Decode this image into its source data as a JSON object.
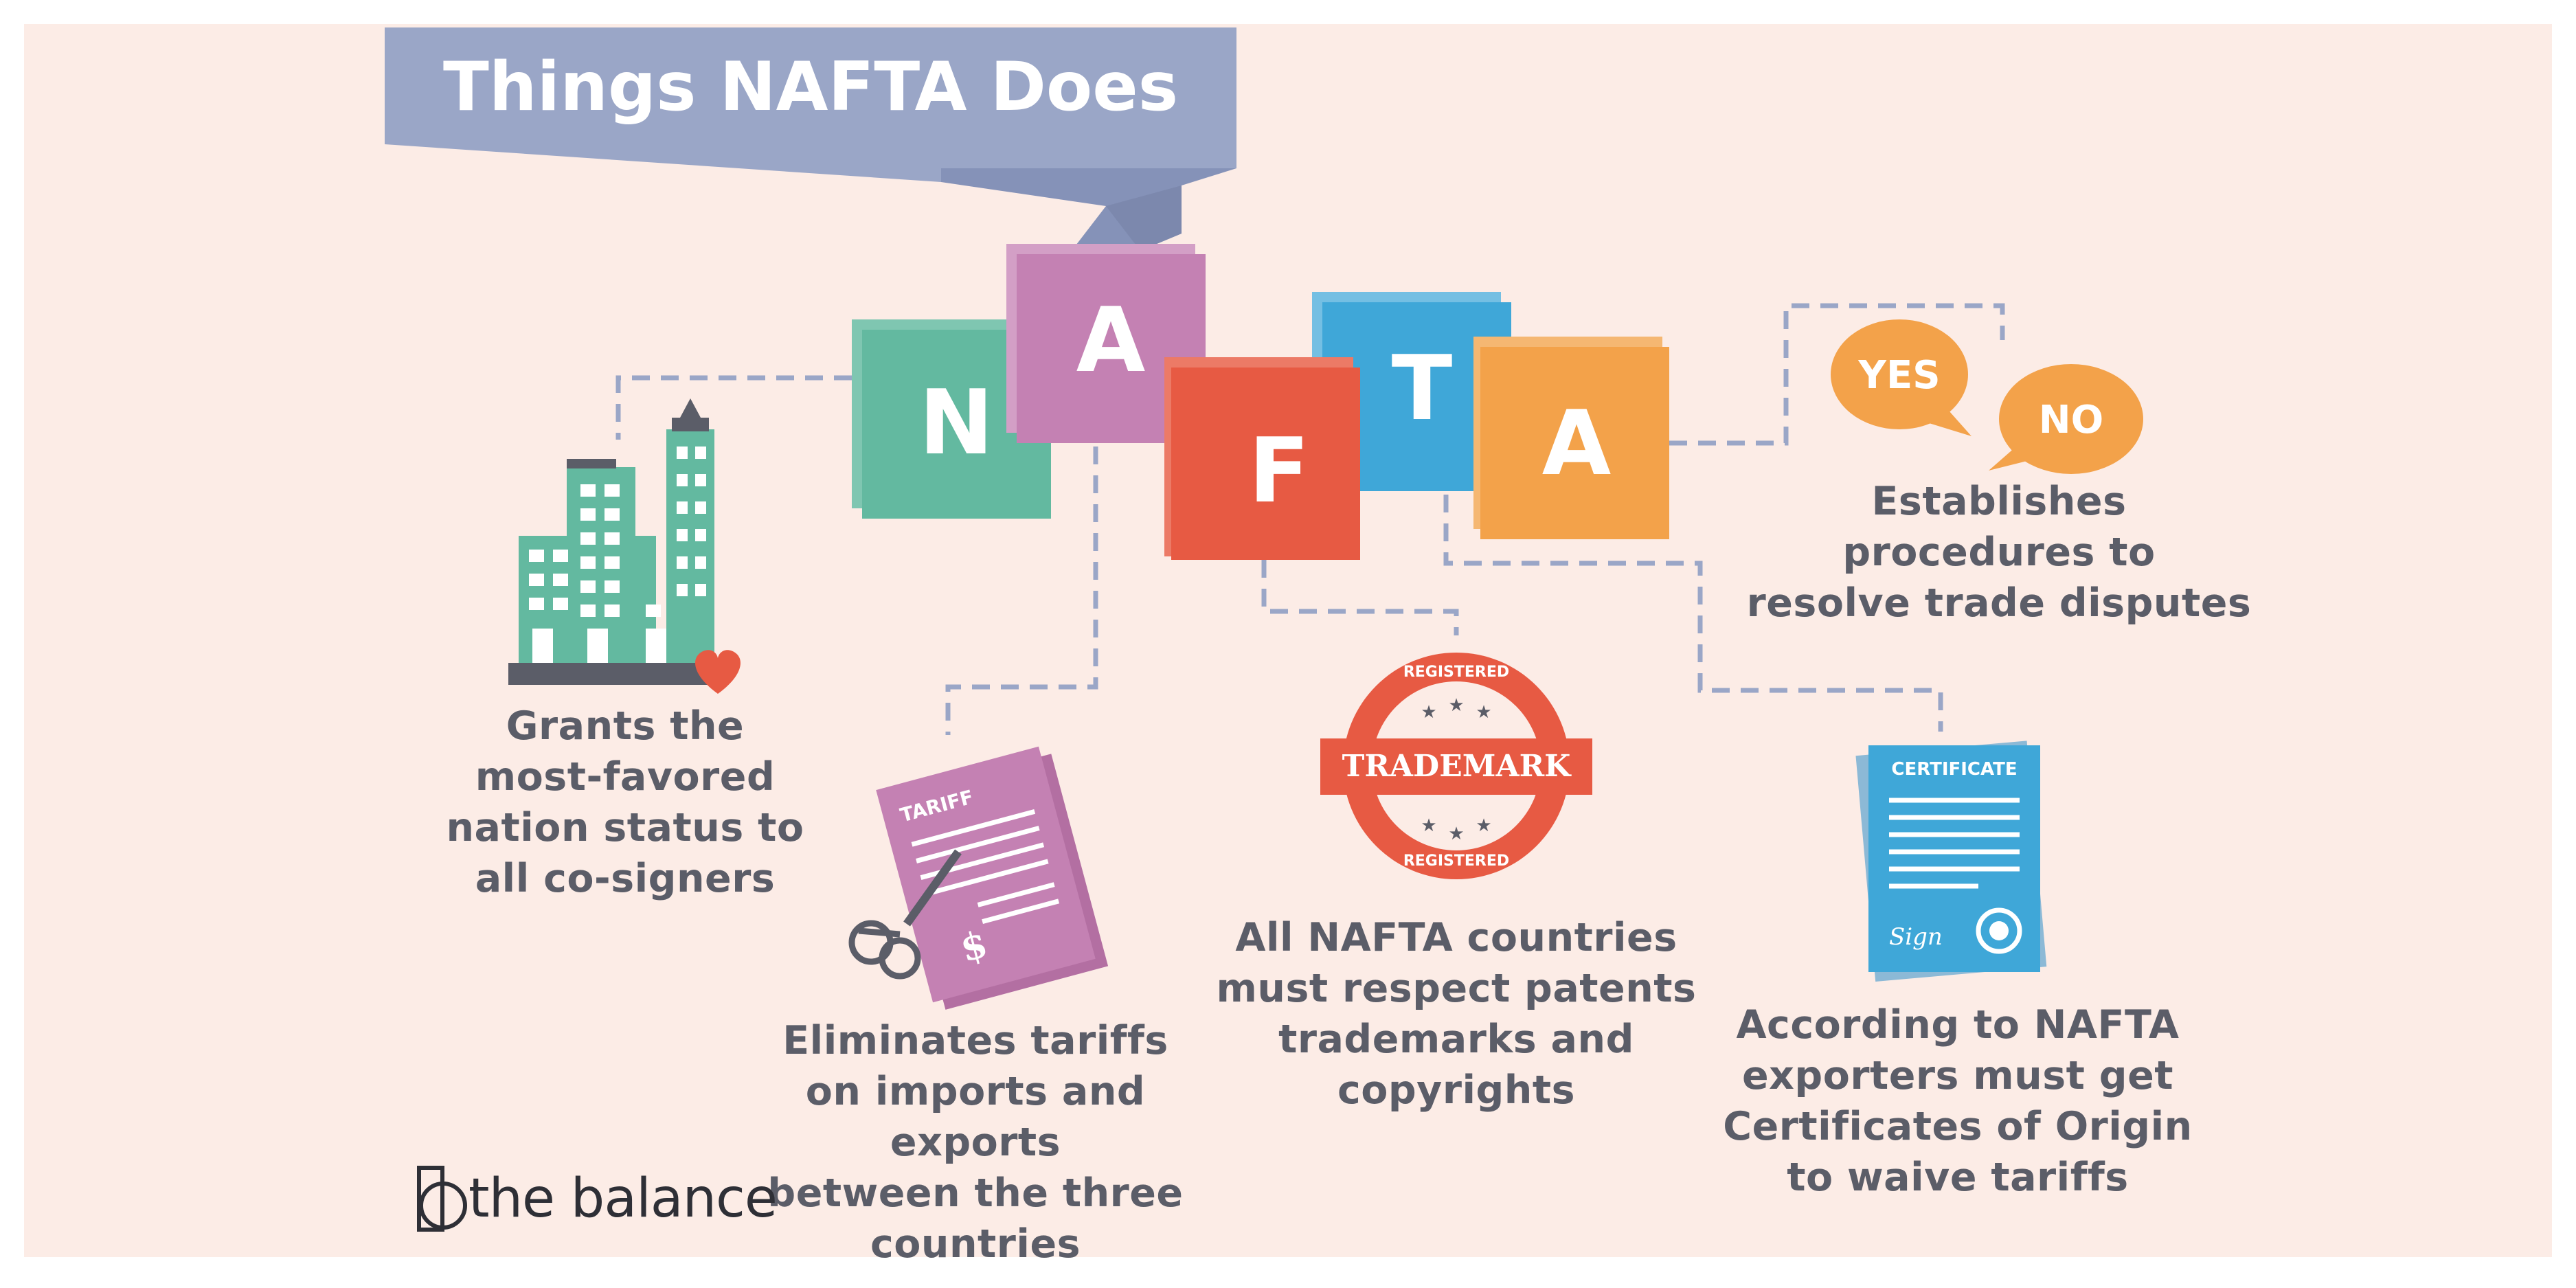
{
  "title": "Things NAFTA Does",
  "letters": [
    "N",
    "A",
    "F",
    "T",
    "A"
  ],
  "items": [
    {
      "icon": "building-icon",
      "caption": [
        "Grants the",
        "most-favored",
        "nation status to",
        "all co-signers"
      ]
    },
    {
      "icon": "tariff-document-icon",
      "caption": [
        "Eliminates tariffs",
        "on imports and exports",
        "between the three",
        "countries"
      ]
    },
    {
      "icon": "trademark-stamp-icon",
      "caption": [
        "All NAFTA countries",
        "must respect patents",
        "trademarks and",
        "copyrights"
      ]
    },
    {
      "icon": "certificate-icon",
      "caption": [
        "According to NAFTA",
        "exporters must get",
        "Certificates of Origin",
        "to waive tariffs"
      ]
    },
    {
      "icon": "speech-bubbles-icon",
      "caption": [
        "Establishes",
        "procedures to",
        "resolve trade disputes"
      ]
    }
  ],
  "illustration_text": {
    "tariff": "TARIFF",
    "dollar": "$",
    "trademark": "TRADEMARK",
    "registered_top": "REGISTERED",
    "registered_bottom": "REGISTERED",
    "certificate": "CERTIFICATE",
    "sign": "Sign",
    "yes": "YES",
    "no": "NO"
  },
  "brand": "the balance",
  "colors": {
    "background": "#fcece6",
    "banner": "#9aa6c7",
    "n_tile": "#63b9a0",
    "a1_tile": "#c481b3",
    "f_tile": "#e75a43",
    "t_tile": "#3fa7d8",
    "a2_tile": "#f3a24a",
    "connector": "#9aa6c7",
    "caption": "#5b5d68"
  }
}
